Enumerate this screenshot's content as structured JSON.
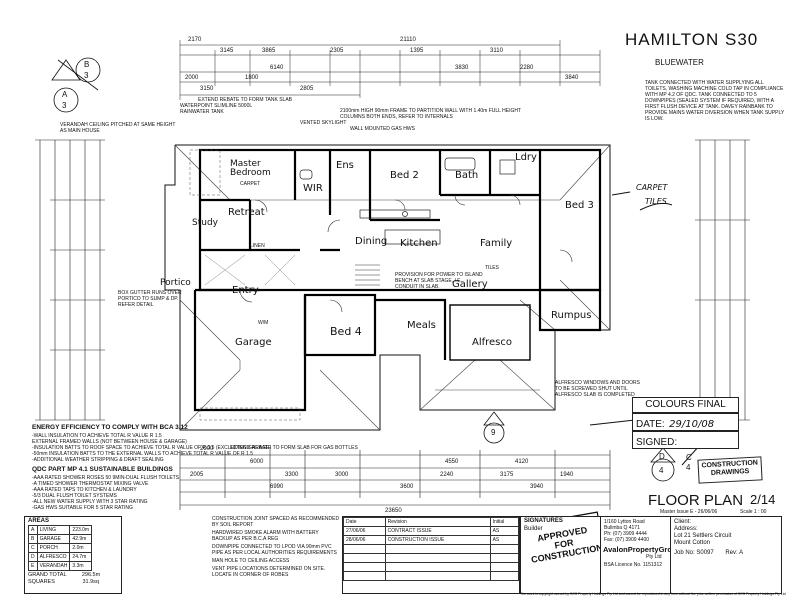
{
  "title": {
    "main": "HAMILTON S30",
    "sub": "BLUEWATER"
  },
  "rooms": {
    "master_bedroom": "Master Bedroom",
    "carpet": "CARPET",
    "wir": "WIR",
    "ens": "Ens",
    "bed2": "Bed 2",
    "bath": "Bath",
    "ldry": "Ldry",
    "bed3": "Bed 3",
    "study": "Study",
    "retreat": "Retreat",
    "family": "Family",
    "kitchen": "Kitchen",
    "dining": "Dining",
    "gallery": "Gallery",
    "entry": "Entry",
    "portico": "Portico",
    "garage": "Garage",
    "bed4": "Bed 4",
    "meals": "Meals",
    "alfresco": "Alfresco",
    "rumpus": "Rumpus",
    "tiles": "TILES",
    "linen": "LINEN",
    "wm": "W/M"
  },
  "top_dims": [
    "2170",
    "21110",
    "3145",
    "3865",
    "2305",
    "1395",
    "3110",
    "6140",
    "3830",
    "2280",
    "3840",
    "2000",
    "3150",
    "2805",
    "1800"
  ],
  "bottom_dims": [
    "2000",
    "6000",
    "2005",
    "3300",
    "3000",
    "4550",
    "4120",
    "6990",
    "2240",
    "3175",
    "1940",
    "3600",
    "3940",
    "23650"
  ],
  "notes": {
    "tank": "TANK CONNECTED WITH WATER SUPPLYING ALL TOILETS, WASHING MACHINE COLD TAP IN COMPLIANCE WITH MP 4.2 OF QDC. TANK CONNECTED TO 5 DOWNPIPES (SEALED SYSTEM IF REQUIRED, WITH A FIRST FLUSH DEVICE AT TANK. DAVEY RAINBANK TO PROVIDE MAINS WATER DIVERSION WHEN TANK SUPPLY IS LOW.",
    "veranda": "VERANDAH CEILING PITCHED AT SAME HEIGHT AS MAIN HOUSE",
    "waterpoint": "WATERPOINT SLIMLINE 5000L RAINWATER TANK",
    "rebate_top": "EXTEND REBATE TO FORM TANK SLAB",
    "frame": "2100mm HIGH 90mm FRAME TO PARTITION WALL WITH 1.40m FULL HEIGHT COLUMNS BOTH ENDS, REFER TO INTERNALS",
    "gas": "WALL MOUNTED GAS HWS",
    "skylight": "VENTED SKYLIGHT",
    "box_gutter": "BOX GUTTER RUNS OVER PORTICO TO SUMP & DP. REFER DETAIL",
    "power": "PROVISION FOR POWER TO ISLAND BENCH AT SLAB STAGE, I.E. CONDUIT IN SLAB.",
    "alfresco_windows": "ALFRESCO WINDOWS AND DOORS TO BE SCREWED SHUT UNTIL ALFRESCO SLAB IS COMPLETED",
    "rebate_bottom": "EXTEND REBATE TO FORM SLAB FOR GAS BOTTLES",
    "bca_title": "ENERGY EFFICIENCY TO COMPLY WITH BCA 3.12",
    "bca_lines": [
      "-WALL INSULATION TO ACHIEVE TOTAL R VALUE R 1.5",
      "EXTERNAL FRAMED WALLS (NOT BETWEEN HOUSE & GARAGE)",
      "-INSULATION BATTS TO ROOF SPACE TO ACHIEVE TOTAL R VALUE OF R 3.5 (EXCLUDING GARAGE)",
      "-50mm INSULATION BATTS TO THE EXTERNAL WALLS TO ACHIEVE TOTAL R VALUE OF R 1.5",
      "-ADDITIONAL WEATHER STRIPPING & DRAFT SEALING"
    ],
    "qdc_title": "QDC PART MP 4.1 SUSTAINABLE BUILDINGS",
    "qdc_lines": [
      "-AAA RATED SHOWER ROSES 50 9MIN-DUAL FLUSH TOILETS",
      "-A TIMED SHOWER THERMOSTAT MIXING VALVE",
      "-AAA RATED TAPS TO KITCHEN & LAUNDRY",
      "-5/3 DUAL FLUSH TOILET SYSTEMS",
      "-ALL NEW WATER SUPPLY WITH 3 STAR RATING",
      "-GAS HWS SUITABLE FOR 5 STAR RATING"
    ]
  },
  "areas": {
    "title": "AREAS",
    "rows": [
      [
        "A",
        "LIVING",
        "223.0m"
      ],
      [
        "B",
        "GARAGE",
        "42.9m"
      ],
      [
        "C",
        "PORCH",
        "2.0m"
      ],
      [
        "D",
        "ALFRESCO",
        "24.7m"
      ],
      [
        "E",
        "VERANDAH",
        "3.3m"
      ]
    ],
    "grand_total_label": "GRAND TOTAL",
    "grand_total": "296.5m",
    "squares_label": "SQUARES",
    "squares": "31.9sq"
  },
  "joint_note": [
    "CONSTRUCTION JOINT SPACED AS RECOMMENDED BY SOIL REPORT",
    "HARDWIRED SMOKE ALARM WITH BATTERY BACKUP AS PER B.C.A REG",
    "DOWNPIPE CONNECTED TO LPOD VIA 90mm PVC PIPE AS PER LOCAL AUTHORITIES REQUIREMENTS",
    "MAN HOLE TO CEILING ACCESS",
    "VENT PIPE LOCATIONS DETERMINED ON SITE. LOCATE IN CORNER OF ROBES"
  ],
  "revisions": {
    "headers": [
      "Date",
      "Revision",
      "Initial"
    ],
    "rows": [
      [
        "27/06/06",
        "CONTRACT ISSUE",
        "AS"
      ],
      [
        "28/06/06",
        "CONSTRUCTION ISSUE",
        "AS"
      ]
    ]
  },
  "signatures": {
    "label": "SIGNATURES",
    "builder": "Builder",
    "stamp": "APPROVED FOR CONSTRUCTION"
  },
  "company": {
    "address": [
      "1/160 Lytton Road",
      "Bulimba Q 4171",
      "Ph: (07) 3909 4444",
      "Fax: (07) 3909 4400"
    ],
    "name": "AvalonPropertyGroup",
    "pty": "Pty Ltd",
    "licence": "BSA Licence No. 1151312"
  },
  "client": {
    "label": "Client:",
    "address_label": "Address:",
    "lot": "Lot 21 Settlers Circuit",
    "suburb": "Mount Cotton",
    "job_label": "Job No:",
    "job": "S0097",
    "rev_label": "Rev:",
    "rev": "A"
  },
  "stamps": {
    "colours": "COLOURS FINAL",
    "date_label": "DATE:",
    "date": "29/10/08",
    "signed_label": "SIGNED:",
    "construction": "CONSTRUCTION DRAWINGS",
    "floor_plan": "FLOOR PLAN",
    "sheet": "2/14",
    "master_issue": "Master Issue E - 26/06/06",
    "scale": "Scale 1 : 00",
    "callout_d": "D",
    "callout_d_num": "4",
    "callout_c": "C",
    "callout_c_num": "4",
    "callout_a": "A",
    "callout_a_num": "3",
    "callout_b": "B",
    "callout_b_num": "3",
    "callout_9": "9"
  },
  "handwritten": {
    "carpet_side": "CARPET",
    "tiles_side": "TILES"
  },
  "footer": "The work is copyright owned by SCS Property Holdings Pty Ltd and cannot be reproduced in any form without the prior written permission of SCS Property Holdings Pty Ltd"
}
